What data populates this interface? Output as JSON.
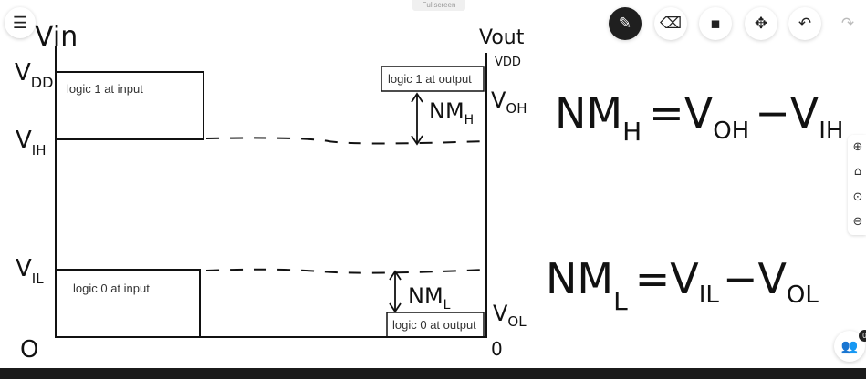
{
  "toolbar": {
    "fullscreen_hint": "Fullscreen",
    "tools": [
      {
        "name": "pen-tool",
        "icon": "✎",
        "active": true
      },
      {
        "name": "eraser-tool",
        "icon": "⌫",
        "active": false
      },
      {
        "name": "sticky-note-tool",
        "icon": "▪",
        "active": false
      },
      {
        "name": "move-tool",
        "icon": "✥",
        "active": false
      },
      {
        "name": "undo-button",
        "icon": "↶",
        "active": false
      },
      {
        "name": "redo-button",
        "icon": "↷",
        "active": false
      }
    ]
  },
  "side_controls": {
    "zoom_in": "⊕",
    "home": "⌂",
    "center": "⊙",
    "zoom_out": "⊖"
  },
  "collaborators": {
    "count": "0"
  },
  "drawing": {
    "input_axis_label": "Vin",
    "output_axis_label": "Vout",
    "output_vdd_label": "VDD",
    "vdd_label": "V",
    "vdd_sub": "DD",
    "vih_label": "V",
    "vih_sub": "IH",
    "vil_label": "V",
    "vil_sub": "IL",
    "zero_left": "O",
    "zero_right": "0",
    "voh_label": "V",
    "voh_sub": "OH",
    "vol_label": "V",
    "vol_sub": "OL",
    "nmh_label": "NM",
    "nmh_sub": "H",
    "nml_label": "NM",
    "nml_sub": "L",
    "logic1_input": "logic 1 at input",
    "logic0_input": "logic 0 at input",
    "logic1_output": "logic 1 at output",
    "logic0_output": "logic 0 at output",
    "eq_h_lhs": "NM",
    "eq_h_lhs_sub": "H",
    "eq_h_rhs1": "V",
    "eq_h_rhs1_sub": "OH",
    "eq_h_rhs2": "V",
    "eq_h_rhs2_sub": "IH",
    "eq_l_lhs": "NM",
    "eq_l_lhs_sub": "L",
    "eq_l_rhs1": "V",
    "eq_l_rhs1_sub": "IL",
    "eq_l_rhs2": "V",
    "eq_l_rhs2_sub": "OL"
  }
}
